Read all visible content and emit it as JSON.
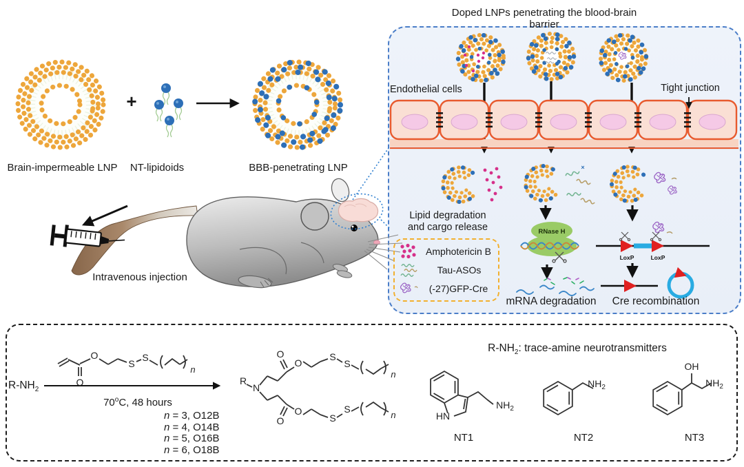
{
  "figure": {
    "top_left": {
      "lnp1_label": "Brain-impermeable LNP",
      "plus_sign": "+",
      "lipidoids_label": "NT-lipidoids",
      "lnp2_label": "BBB-penetrating LNP"
    },
    "injection_label": "Intravenous injection",
    "bbb_panel": {
      "title": "Doped LNPs penetrating the blood-brain barrier",
      "endothelial_cells_label": "Endothelial cells",
      "tight_junction_label": "Tight junction",
      "lipid_degradation_line1": "Lipid degradation",
      "lipid_degradation_line2": "and cargo release",
      "cargo_legend": [
        {
          "icon": "amphotericin-dots-icon",
          "label": "Amphotericin B"
        },
        {
          "icon": "tau-aso-squiggles-icon",
          "label": "Tau-ASOs"
        },
        {
          "icon": "gfp-cre-protein-icon",
          "label": "(-27)GFP-Cre"
        }
      ],
      "rnase_h_label": "RNase H",
      "mrna_degradation_label": "mRNA degradation",
      "loxp_left_label": "LoxP",
      "loxp_right_label": "LoxP",
      "cre_recombination_label": "Cre recombination"
    },
    "synthesis_panel": {
      "reactant_prefix": "R-NH",
      "sub_two": "2",
      "conditions_temp": "70",
      "conditions_degree": "o",
      "conditions_rest": "C, 48 hours",
      "n_var": "n",
      "n_lines": [
        " = 3, O12B",
        " = 4, O14B",
        " = 5, O16B",
        " = 6, O18B"
      ],
      "header_prefix": "R-NH",
      "header_suffix": ": trace-amine neurotransmitters",
      "nt1_label": "NT1",
      "nt2_label": "NT2",
      "nt3_label": "NT3",
      "atoms": {
        "O": "O",
        "S": "S",
        "N": "N",
        "R": "R",
        "HN": "HN",
        "OH": "OH",
        "NH": "NH",
        "two": "2",
        "n": "n"
      }
    },
    "colors": {
      "lipid_orange": "#eda63b",
      "lipidoid_blue": "#2d6fb7",
      "amphotericin_magenta": "#d6308a",
      "rnase_green": "#9acb66",
      "loxp_red": "#e02020",
      "dna_blue": "#29abe2",
      "panel_border_blue": "#4a7dc8",
      "legend_border_orange": "#f2b02e",
      "cell_border": "#e85a2e",
      "cell_fill": "#fadfd4"
    }
  }
}
